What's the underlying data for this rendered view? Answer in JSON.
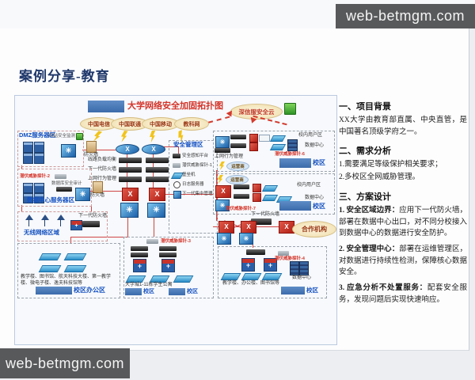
{
  "watermark": {
    "text": "web-betmgm.com"
  },
  "slide": {
    "title": "案例分享-教育"
  },
  "diagram": {
    "title": "大学网络安全加固拓扑图",
    "cloud_security": "深信服安全云",
    "isp_clouds": [
      "中国电信",
      "中国联通",
      "中国移动",
      "教科网"
    ],
    "core_labels": {
      "load_balancer": "线路负载均衡",
      "ngfw": "下一代防火墙",
      "behavior": "上网行为管理"
    },
    "dmz": {
      "label": "DMZ服务器区",
      "monitor": "网站安全监测",
      "firewall": "防火墙"
    },
    "dc": {
      "label": "数据中心服务器区",
      "probe": "潜伏威胁探针-2",
      "audit": "数据库安全审计",
      "firewall": "防火墙"
    },
    "mgmt": {
      "label": "安全管理区",
      "items": [
        "安全感知平台",
        "潜伏威胁探针-1",
        "堡垒机",
        "日志服务器",
        "下一代集中管理"
      ]
    },
    "wireless": {
      "label": "无线网络区域",
      "ngfw": "下一代防火墙"
    },
    "office": {
      "buildings": "教学楼、图书馆、航天科技大楼、第一教学楼、微电子楼、逸夫科技馆等",
      "label": "校区办公区"
    },
    "dorm": {
      "probe": "潜伏威胁探针-3",
      "buildings": "大学城1-11栋学生公寓",
      "campus1": "校区",
      "campus2": "校区"
    },
    "south": {
      "ngfw": "下一代防火墙",
      "partner": "合作机构"
    },
    "bottom_right": {
      "probe": "潜伏威胁探针-4",
      "buildings": "教学楼、办公楼、图书馆等",
      "datacenter": "数据中心",
      "campus": "校区"
    },
    "branch1": {
      "users": "校内用户区",
      "datacenter": "数据中心",
      "probe": "潜伏威胁探针-6",
      "behavior": "上网行为管理",
      "isp": "运营商",
      "campus": "校区"
    },
    "branch2": {
      "users": "校内用户区",
      "datacenter": "数据中心",
      "probe": "潜伏威胁探针-7",
      "isp": "运营商",
      "campus": "校区"
    }
  },
  "panel": {
    "s1_head": "一、项目背景",
    "s1_body": "XX大学由教育部直属、中央直管，是中国著名顶级学府之一。",
    "s2_head": "二、需求分析",
    "s2_item1": "1.需要满足等级保护相关要求；",
    "s2_item2": "2.多校区全网威胁管理。",
    "s3_head": "三、方案设计",
    "s3_item1_lead": "1. 安全区域边界：",
    "s3_item1_body": "应用下一代防火墙，部署在数据中心出口，对不同分校接入到数据中心的数据进行安全防护。",
    "s3_item2_lead": "2. 安全管理中心：",
    "s3_item2_body": "部署在运维管理区，对数据进行持续性检测，保障核心数据安全。",
    "s3_item3_lead": "3. 应急分析不处置服务：",
    "s3_item3_body": "配套安全服务，发现问题后实现快速响应。"
  }
}
